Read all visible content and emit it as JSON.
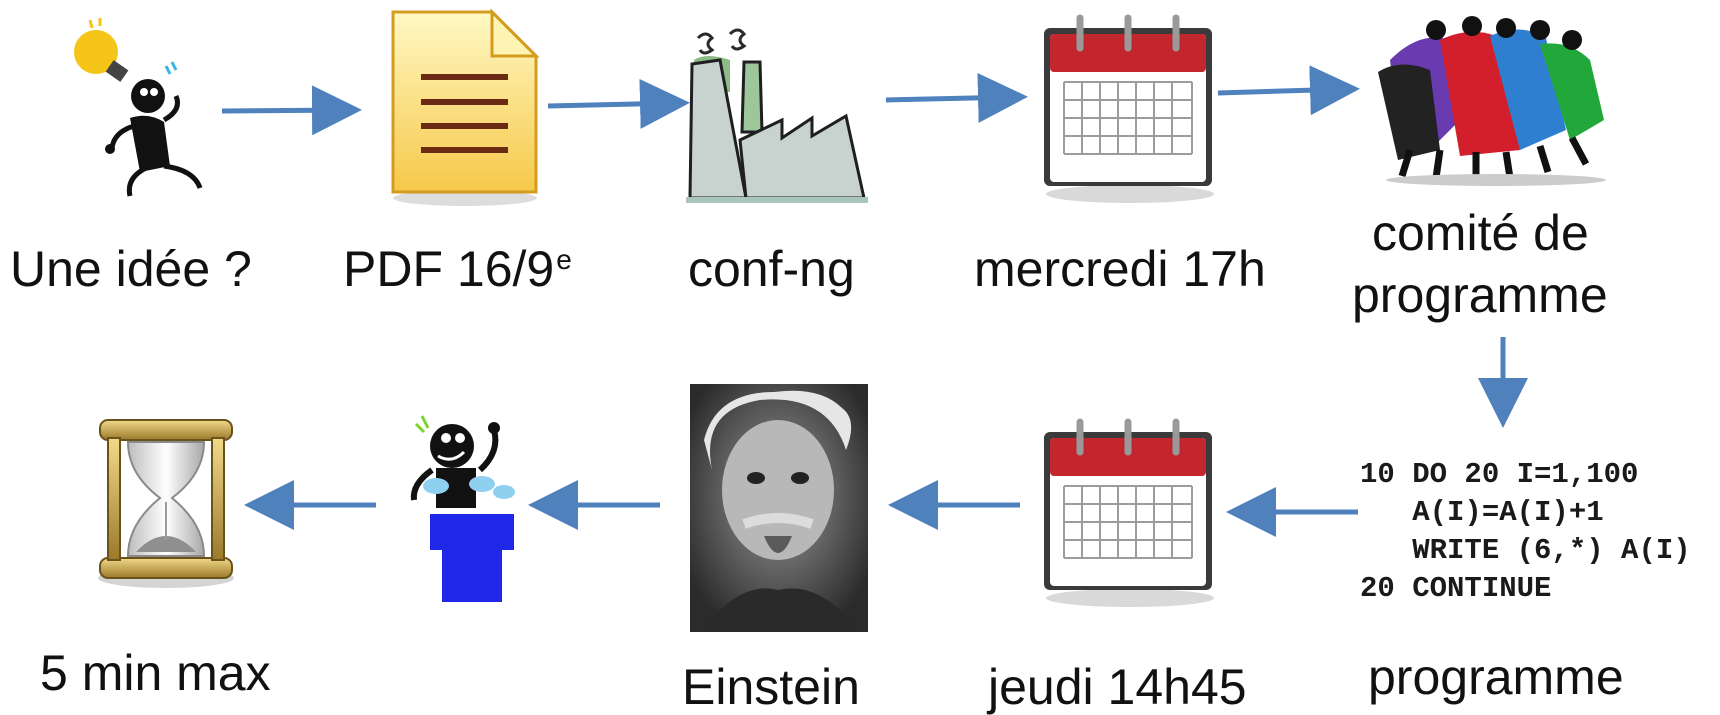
{
  "colors": {
    "arrow": "#4f81bd",
    "calendar_red": "#c4262e",
    "speaker_blue": "#1e28e6",
    "bulb": "#f5c518"
  },
  "steps": [
    {
      "id": "idea",
      "label": "Une idée ?",
      "icon": "thinking-person-with-lightbulb-icon"
    },
    {
      "id": "pdf",
      "label": "PDF 16/9",
      "label_sup": "e",
      "icon": "document-icon"
    },
    {
      "id": "conf",
      "label": "conf-ng",
      "icon": "factory-icon"
    },
    {
      "id": "wednesday",
      "label": "mercredi 17h",
      "icon": "calendar-icon"
    },
    {
      "id": "committee",
      "label_line1": "comité de",
      "label_line2": "programme",
      "icon": "group-huddle-icon"
    },
    {
      "id": "program",
      "label": "programme",
      "icon": "fortran-code-icon",
      "code_lines": [
        "10 DO 20 I=1,100",
        "   A(I)=A(I)+1",
        "   WRITE (6,*) A(I)",
        "20 CONTINUE"
      ]
    },
    {
      "id": "thursday",
      "label": "jeudi 14h45",
      "icon": "calendar-icon"
    },
    {
      "id": "einstein",
      "label": "Einstein",
      "icon": "einstein-photo"
    },
    {
      "id": "talk",
      "label": "",
      "icon": "speaker-at-podium-icon"
    },
    {
      "id": "timer",
      "label": "5 min max",
      "icon": "hourglass-icon"
    }
  ]
}
